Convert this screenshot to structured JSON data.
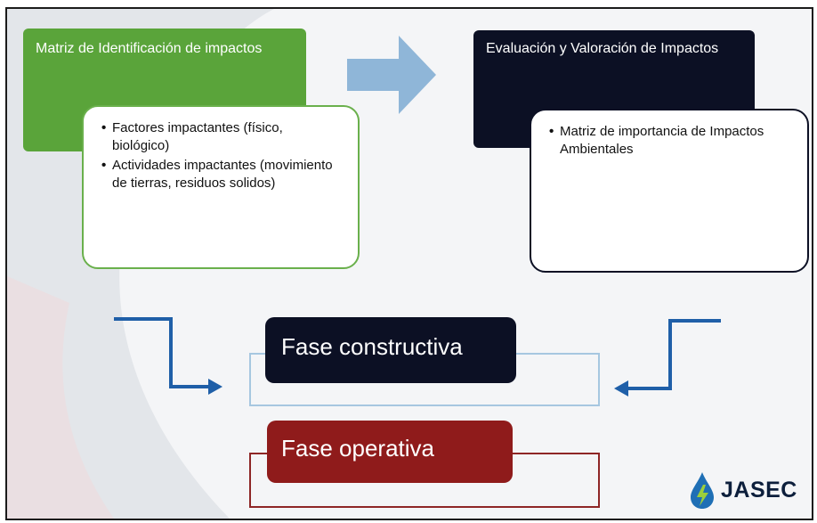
{
  "box1": {
    "title": "Matriz de Identificación de impactos",
    "items": [
      "Factores impactantes (físico, biológico)",
      "Actividades impactantes (movimiento de tierras, residuos solidos)"
    ]
  },
  "box2": {
    "title": "Evaluación y Valoración de Impactos",
    "items": [
      "Matriz de importancia de Impactos Ambientales"
    ]
  },
  "phases": {
    "constructiva": "Fase constructiva",
    "operativa": "Fase operativa"
  },
  "logo": {
    "text": "JASEC"
  },
  "colors": {
    "green": "#5aa43a",
    "navy": "#0c1024",
    "red": "#8f1b1b",
    "arrow_blue": "#1f5fa8",
    "arrow_light": "#8fb6d8"
  }
}
